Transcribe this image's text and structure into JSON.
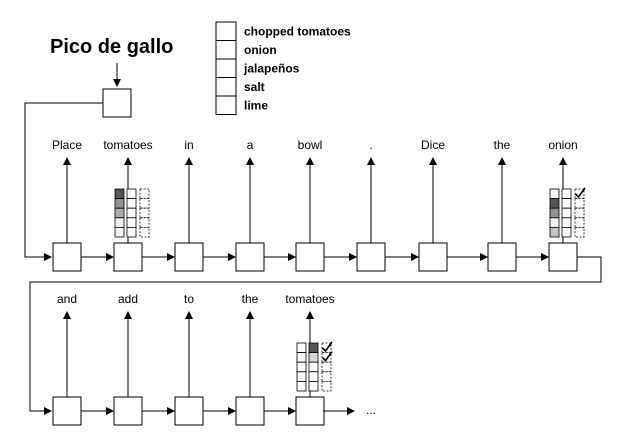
{
  "title": "Pico de gallo",
  "ingredients": [
    "chopped tomatoes",
    "onion",
    "jalapeños",
    "salt",
    "lime"
  ],
  "rows": [
    {
      "tokens": [
        "Place",
        "tomatoes",
        "in",
        "a",
        "bowl",
        ".",
        "Dice",
        "the",
        "onion"
      ],
      "attention": {
        "1": {
          "weights": [
            0.85,
            0.55,
            0.42,
            0.08,
            0.05
          ],
          "used": [
            0.0,
            0.0,
            0.0,
            0.0,
            0.0
          ],
          "checked": [
            false,
            false,
            false,
            false,
            false
          ]
        },
        "8": {
          "weights": [
            0.05,
            0.85,
            0.55,
            0.08,
            0.3
          ],
          "used": [
            0.0,
            0.0,
            0.0,
            0.0,
            0.0
          ],
          "checked": [
            true,
            false,
            false,
            false,
            false
          ]
        }
      }
    },
    {
      "tokens": [
        "and",
        "add",
        "to",
        "the",
        "tomatoes"
      ],
      "attention": {
        "4": {
          "weights": [
            0.03,
            0.03,
            0.03,
            0.03,
            0.03
          ],
          "used": [
            0.85,
            0.2,
            0.0,
            0.0,
            0.0
          ],
          "checked": [
            true,
            true,
            false,
            false,
            false
          ]
        }
      }
    }
  ],
  "continuation": "..."
}
